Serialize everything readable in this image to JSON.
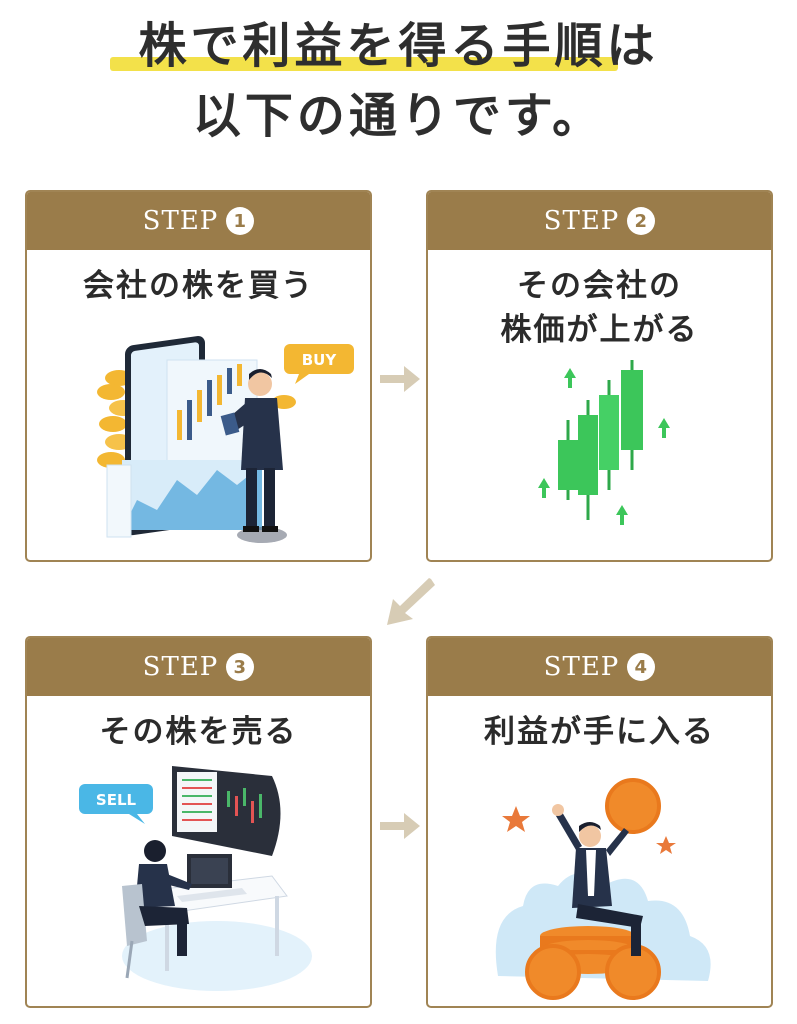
{
  "headline": {
    "line1": "株で利益を得る手順は",
    "line2": "以下の通りです。"
  },
  "steps": [
    {
      "label": "STEP",
      "number": "1",
      "title": [
        "会社の株を買う"
      ],
      "bubble": "BUY"
    },
    {
      "label": "STEP",
      "number": "2",
      "title": [
        "その会社の",
        "株価が上がる"
      ]
    },
    {
      "label": "STEP",
      "number": "3",
      "title": [
        "その株を売る"
      ],
      "bubble": "SELL"
    },
    {
      "label": "STEP",
      "number": "4",
      "title": [
        "利益が手に入る"
      ]
    }
  ],
  "colors": {
    "brand_brown": "#9a7c4a",
    "marker_yellow": "#f3e14a",
    "arrow_beige": "#d7ccb5",
    "green": "#3cc65a",
    "gold": "#f3b732",
    "orange": "#f08a2a",
    "navy": "#26324a"
  }
}
